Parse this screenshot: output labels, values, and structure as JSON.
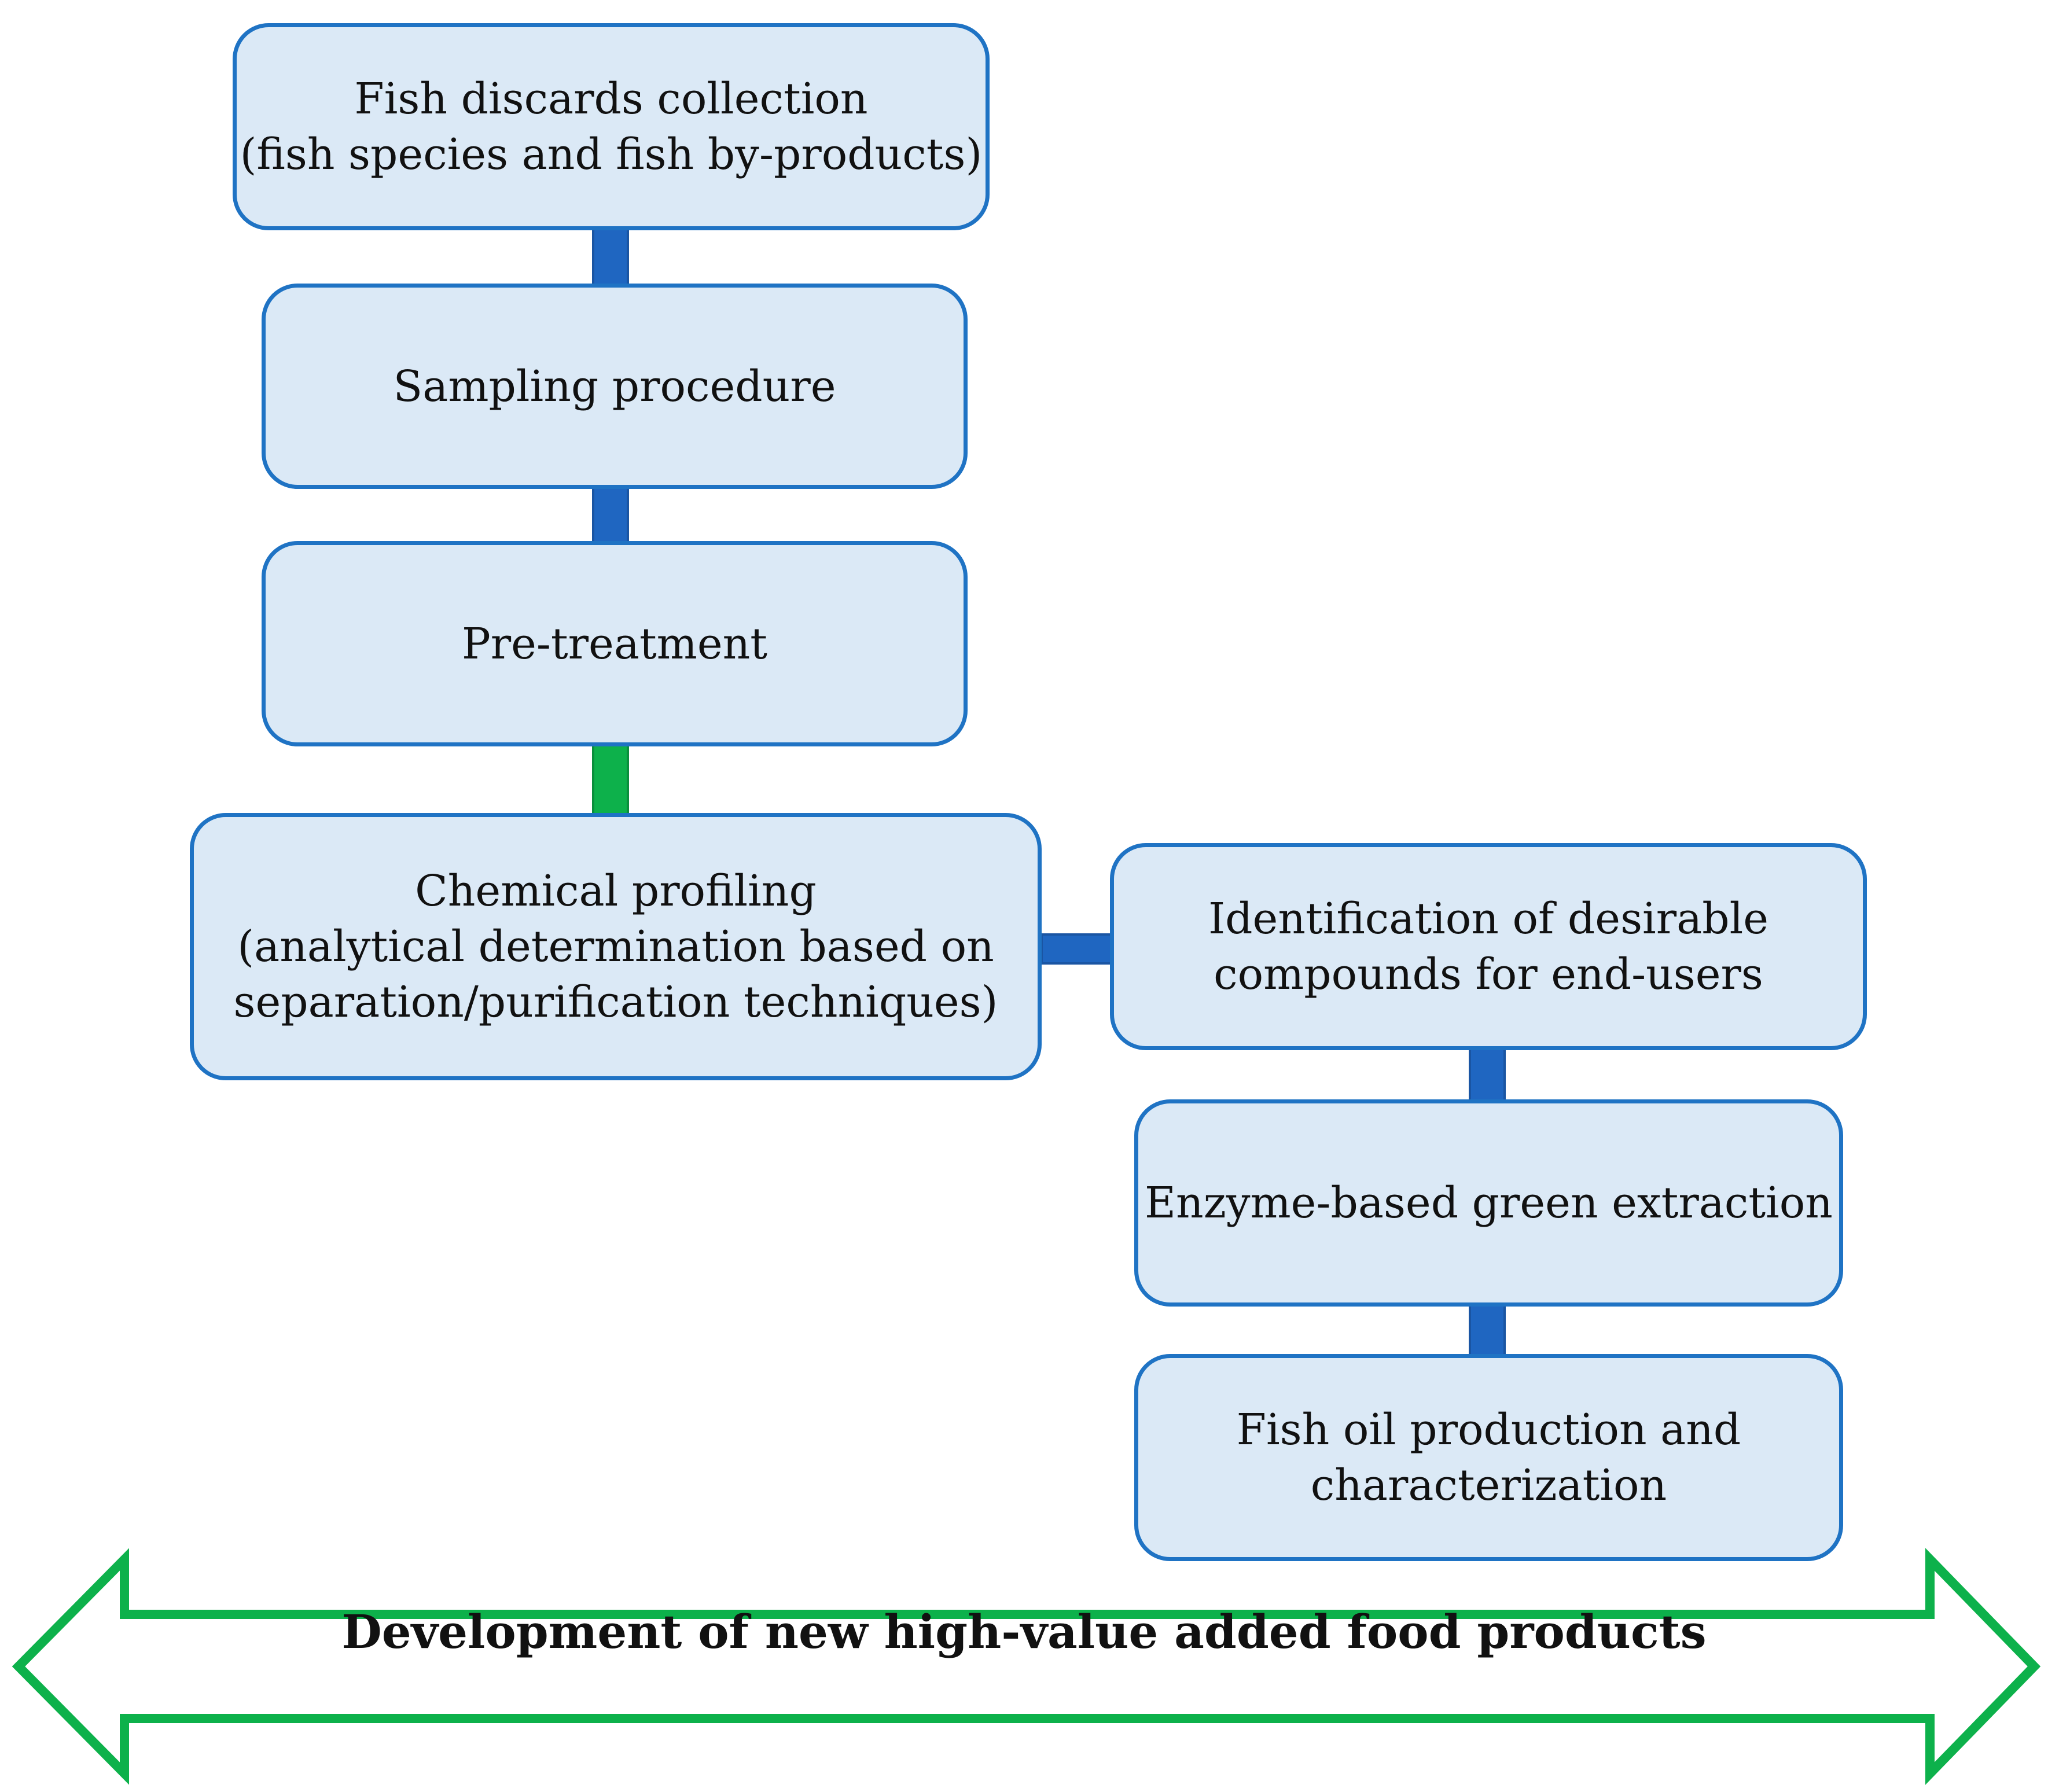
{
  "diagram": {
    "colors": {
      "box_fill": "#dbe9f6",
      "box_border": "#1f73c4",
      "arrow_blue": "#1f66c1",
      "arrow_green": "#0db14b",
      "banner_border": "#0db14b"
    },
    "boxes": {
      "collection": {
        "line1": "Fish discards collection",
        "line2": "(fish species and fish by-products)"
      },
      "sampling": {
        "line1": "Sampling procedure"
      },
      "pretreatment": {
        "line1": "Pre-treatment"
      },
      "profiling": {
        "line1": "Chemical profiling",
        "line2": "(analytical determination based on",
        "line3": "separation/purification techniques)"
      },
      "identification": {
        "line1": "Identification of desirable",
        "line2": "compounds for end-users"
      },
      "extraction": {
        "line1": "Enzyme-based green extraction"
      },
      "fish_oil": {
        "line1": "Fish oil production and",
        "line2": "characterization"
      }
    },
    "banner": {
      "label": "Development of new high-value added food products"
    }
  }
}
